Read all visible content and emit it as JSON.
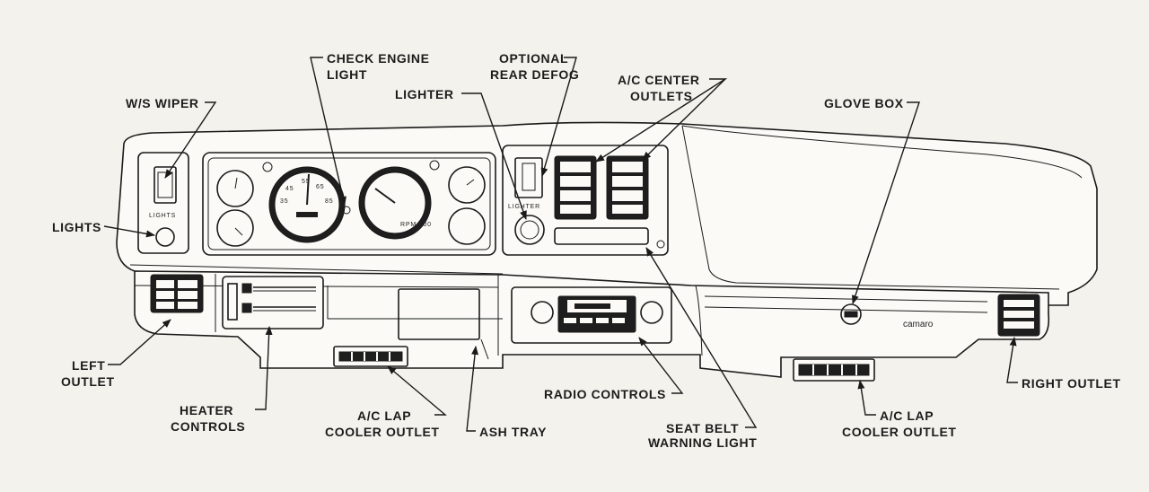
{
  "labels": {
    "ws_wiper": "W/S WIPER",
    "check_engine_1": "CHECK ENGINE",
    "check_engine_2": "LIGHT",
    "optional_1": "OPTIONAL",
    "optional_2": "REAR DEFOG",
    "lighter": "LIGHTER",
    "ac_center_1": "A/C CENTER",
    "ac_center_2": "OUTLETS",
    "glove_box": "GLOVE BOX",
    "lights": "LIGHTS",
    "left_outlet_1": "LEFT",
    "left_outlet_2": "OUTLET",
    "heater_1": "HEATER",
    "heater_2": "CONTROLS",
    "ac_lap_left_1": "A/C LAP",
    "ac_lap_left_2": "COOLER OUTLET",
    "ash_tray": "ASH TRAY",
    "radio_controls": "RADIO CONTROLS",
    "seat_belt_1": "SEAT BELT",
    "seat_belt_2": "WARNING LIGHT",
    "ac_lap_right_1": "A/C LAP",
    "ac_lap_right_2": "COOLER OUTLET",
    "right_outlet": "RIGHT OUTLET"
  },
  "panel_text": {
    "lights_switch": "LIGHTS",
    "lighter_socket": "LIGHTER",
    "brand": "camaro",
    "tach_unit": "RPM 100"
  }
}
